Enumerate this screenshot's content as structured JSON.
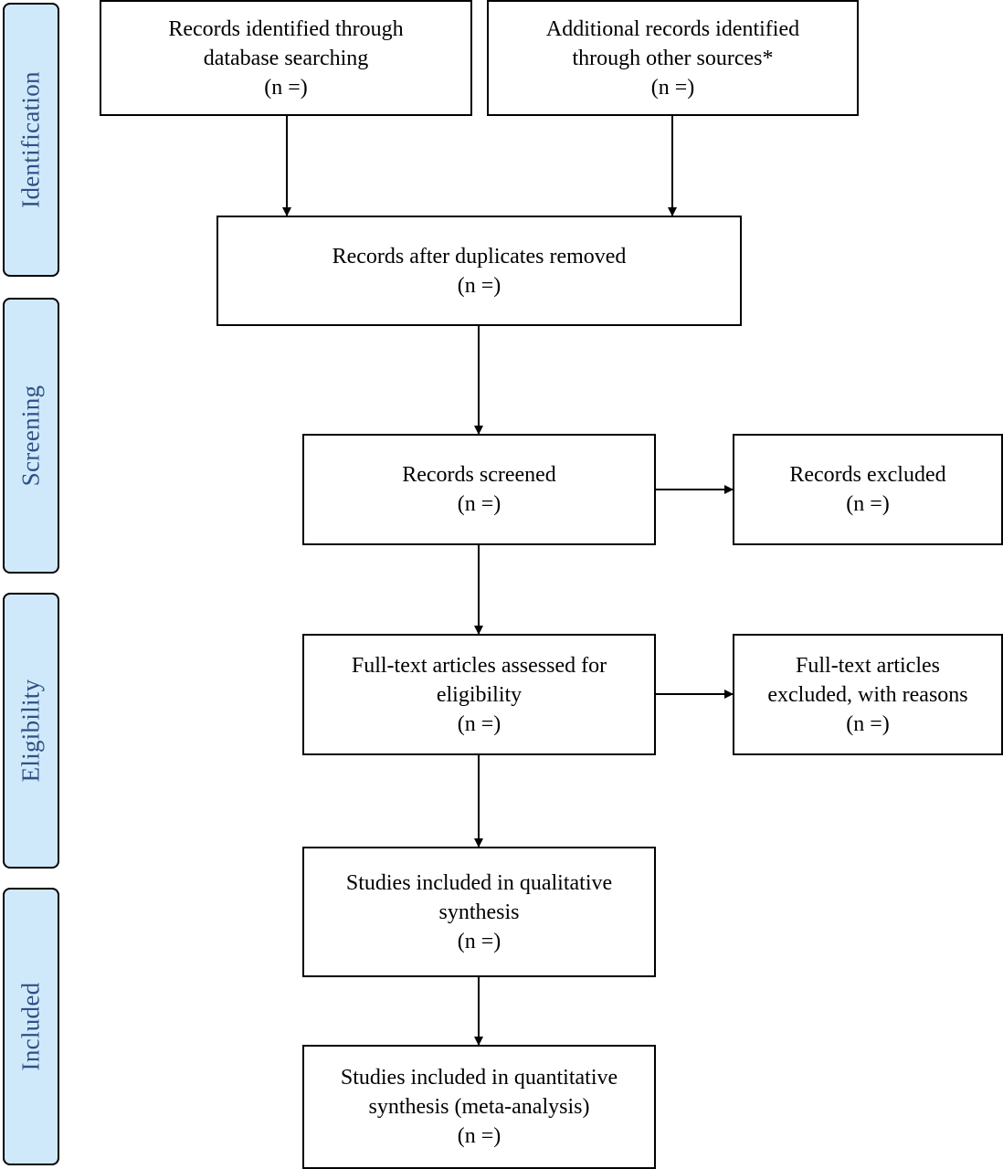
{
  "phases": {
    "identification": "Identification",
    "screening": "Screening",
    "eligibility": "Eligibility",
    "included": "Included"
  },
  "boxes": {
    "database": {
      "line1": "Records identified through",
      "line2": "database searching",
      "count": "(n =)"
    },
    "other_sources": {
      "line1": "Additional records identified",
      "line2": "through other sources*",
      "count": "(n =)"
    },
    "duplicates_removed": {
      "line1": "Records after duplicates removed",
      "count": "(n =)"
    },
    "screened": {
      "line1": "Records screened",
      "count": "(n =)"
    },
    "excluded": {
      "line1": "Records excluded",
      "count": "(n =)"
    },
    "fulltext_assessed": {
      "line1": "Full-text articles assessed for",
      "line2": "eligibility",
      "count": "(n =)"
    },
    "fulltext_excluded": {
      "line1": "Full-text articles",
      "line2": "excluded, with reasons",
      "count": "(n =)"
    },
    "qualitative": {
      "line1": "Studies included in qualitative",
      "line2": "synthesis",
      "count": "(n =)"
    },
    "quantitative": {
      "line1": "Studies included in quantitative",
      "line2": "synthesis (meta-analysis)",
      "count": "(n =)"
    }
  },
  "colors": {
    "phase_fill": "#cfe9fa",
    "phase_text": "#2f4f86",
    "line": "#000000"
  }
}
